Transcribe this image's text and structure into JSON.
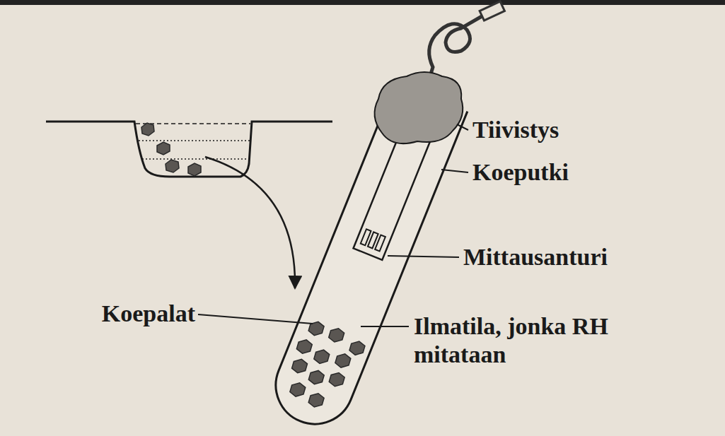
{
  "diagram": {
    "labels": [
      "Tiivistys",
      "Koeputki",
      "Mittausanturi",
      "Koepalat",
      "Ilmatila, jonka RH mitataan"
    ]
  }
}
